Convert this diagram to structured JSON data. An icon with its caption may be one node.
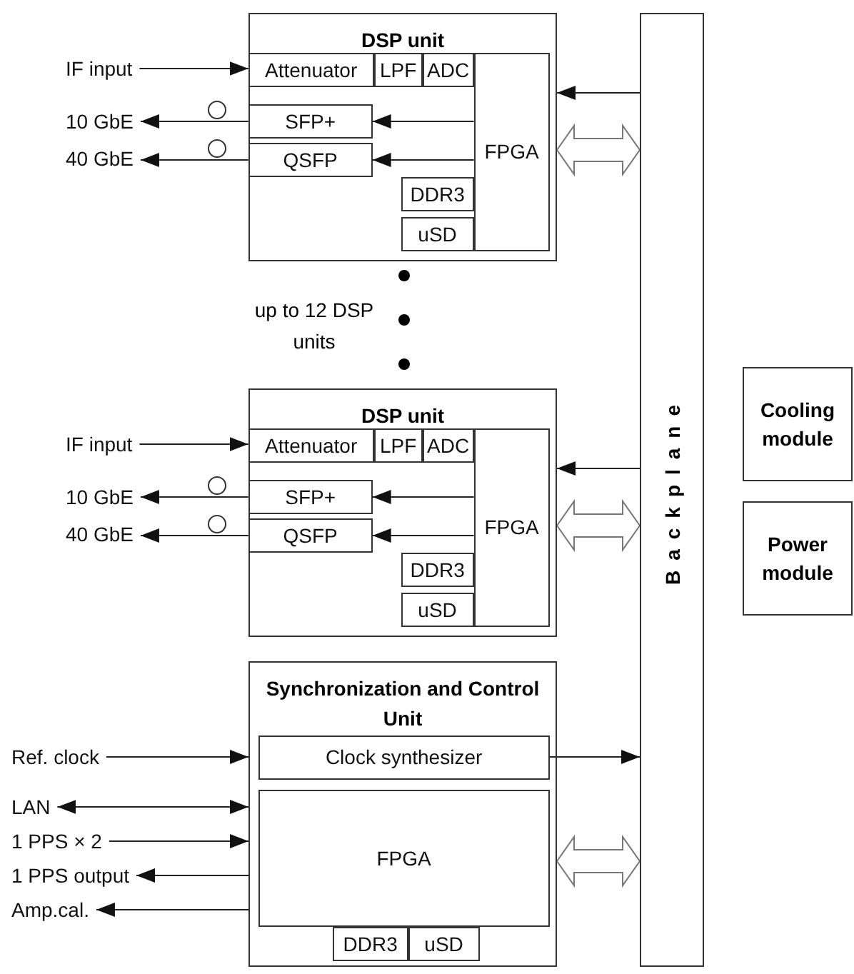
{
  "diagram": {
    "nodes": [
      {
        "text": [
          "IF input"
        ]
      },
      {
        "text": [
          "10 GbE"
        ]
      },
      {
        "text": [
          "40 GbE"
        ]
      },
      {
        "text": [
          "DSP unit"
        ]
      },
      {
        "text": [
          "Attenuator"
        ],
        "in": 3
      },
      {
        "text": [
          "LPF"
        ],
        "in": 3
      },
      {
        "text": [
          "ADC"
        ],
        "in": 3
      },
      {
        "text": [
          "FPGA"
        ],
        "in": 3
      },
      {
        "text": [
          "SFP+"
        ],
        "in": 3
      },
      {
        "text": [
          "QSFP"
        ],
        "in": 3
      },
      {
        "text": [
          "DDR3"
        ],
        "in": 3
      },
      {
        "text": [
          "uSD"
        ],
        "in": 3
      },
      {
        "text": [
          "IF input"
        ]
      },
      {
        "text": [
          "10 GbE"
        ]
      },
      {
        "text": [
          "40 GbE"
        ]
      },
      {
        "text": [
          "DSP unit"
        ]
      },
      {
        "text": [
          "Attenuator"
        ],
        "in": 15
      },
      {
        "text": [
          "LPF"
        ],
        "in": 15
      },
      {
        "text": [
          "ADC"
        ],
        "in": 15
      },
      {
        "text": [
          "FPGA"
        ],
        "in": 15
      },
      {
        "text": [
          "SFP+"
        ],
        "in": 15
      },
      {
        "text": [
          "QSFP"
        ],
        "in": 15
      },
      {
        "text": [
          "DDR3"
        ],
        "in": 15
      },
      {
        "text": [
          "uSD"
        ],
        "in": 15
      },
      {
        "text": [
          "Ref. clock"
        ]
      },
      {
        "text": [
          "LAN"
        ]
      },
      {
        "text": [
          "1 PPS × 2"
        ]
      },
      {
        "text": [
          "1 PPS output"
        ]
      },
      {
        "text": [
          "Amp.cal."
        ]
      },
      {
        "text": [
          "Synchronization and Control Unit"
        ]
      },
      {
        "text": [
          "Clock synthesizer"
        ],
        "in": 29
      },
      {
        "text": [
          "FPGA"
        ],
        "in": 29
      },
      {
        "text": [
          "DDR3"
        ],
        "in": 29
      },
      {
        "text": [
          "uSD"
        ],
        "in": 29
      },
      {
        "text": [
          "Backplane"
        ]
      },
      {
        "text": [
          "Cooling module"
        ]
      },
      {
        "text": [
          "Power module"
        ]
      }
    ],
    "edges": [
      {
        "from": 0,
        "to": 4,
        "arrow": "to"
      },
      {
        "from": 8,
        "to": 1,
        "arrow": "to"
      },
      {
        "from": 9,
        "to": 2,
        "arrow": "to"
      },
      {
        "from": 7,
        "to": 8,
        "arrow": "to"
      },
      {
        "from": 7,
        "to": 9,
        "arrow": "to"
      },
      {
        "from": 34,
        "to": 3,
        "arrow": "to"
      },
      {
        "from": 3,
        "to": 34,
        "arrow": "both",
        "style": "thick"
      },
      {
        "from": 12,
        "to": 16,
        "arrow": "to"
      },
      {
        "from": 20,
        "to": 13,
        "arrow": "to"
      },
      {
        "from": 21,
        "to": 14,
        "arrow": "to"
      },
      {
        "from": 19,
        "to": 20,
        "arrow": "to"
      },
      {
        "from": 19,
        "to": 21,
        "arrow": "to"
      },
      {
        "from": 34,
        "to": 15,
        "arrow": "to"
      },
      {
        "from": 15,
        "to": 34,
        "arrow": "both",
        "style": "thick"
      },
      {
        "from": 24,
        "to": 29,
        "arrow": "to"
      },
      {
        "from": 25,
        "to": 29,
        "arrow": "both"
      },
      {
        "from": 26,
        "to": 29,
        "arrow": "to"
      },
      {
        "from": 29,
        "to": 27,
        "arrow": "to"
      },
      {
        "from": 29,
        "to": 28,
        "arrow": "to"
      },
      {
        "from": 30,
        "to": 34,
        "arrow": "to"
      },
      {
        "from": 29,
        "to": 34,
        "arrow": "both",
        "style": "thick"
      }
    ],
    "labels": [
      "up to 12 DSP units"
    ]
  }
}
